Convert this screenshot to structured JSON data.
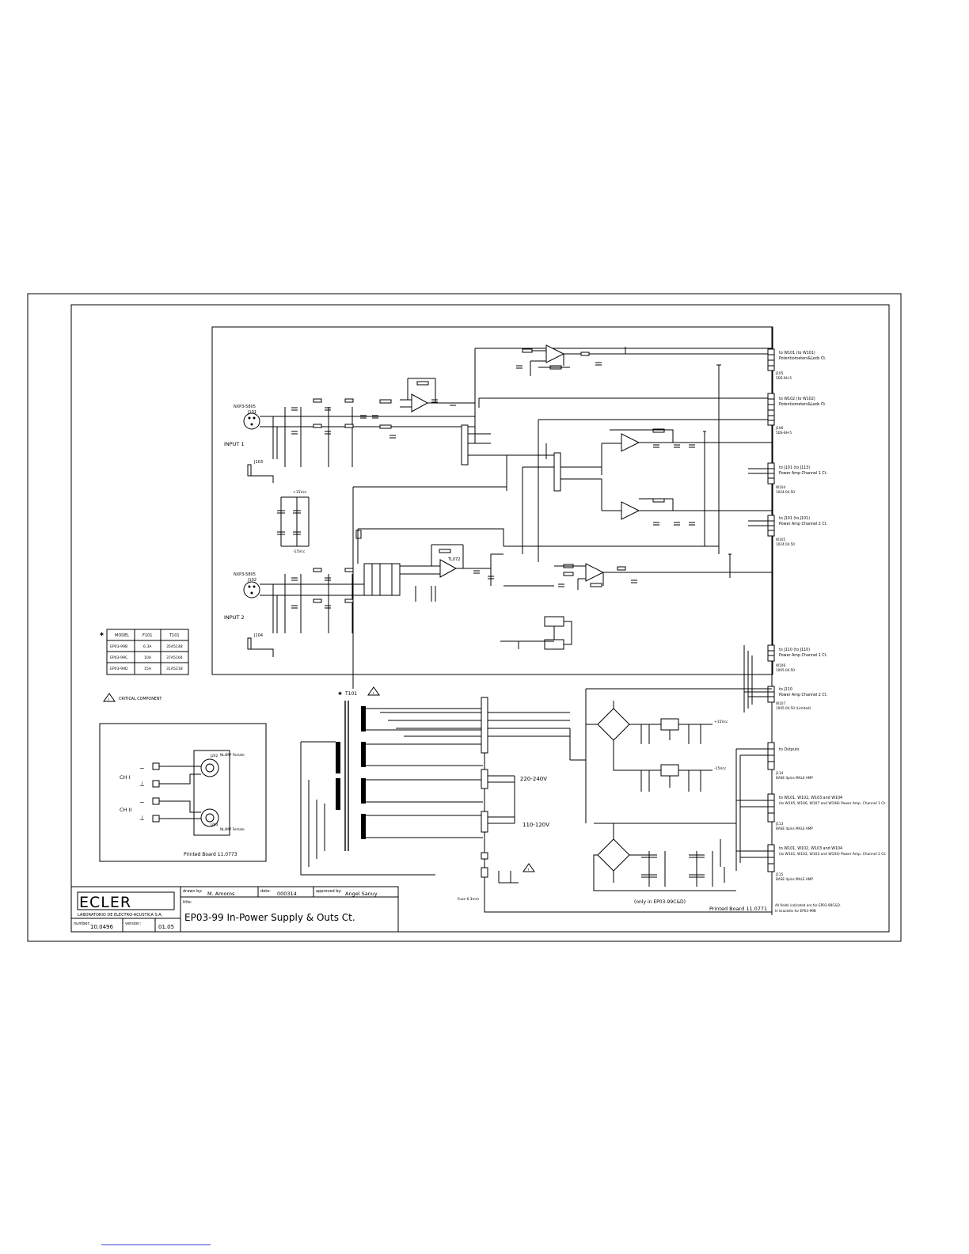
{
  "title_block": {
    "company": "ECLER",
    "company_sub": "LABORATORIO DE ELECTRO-ACUSTICA S.A.",
    "drawn_by_label": "drawn by:",
    "drawn_by": "M. Amoros",
    "date_label": "date:",
    "date": "000314",
    "approved_label": "approved by:",
    "approved_by": "Angel Sanuy",
    "title_label": "title:",
    "title": "EP03-99 In-Power Supply & Outs Ct.",
    "number_label": "number:",
    "number": "10.0496",
    "version_label": "version:",
    "version": "01.05"
  },
  "inputs": {
    "input1": "INPUT 1",
    "input2": "INPUT 2",
    "xlr1": "NXP3-5805",
    "xlr1_ref": "J101",
    "xlr2": "NXP3-5805",
    "xlr2_ref": "J102",
    "jack1": "J103",
    "jack2": "J104"
  },
  "model_table": {
    "headers": [
      "MODEL",
      "F101",
      "T101"
    ],
    "rows": [
      [
        "EP03-99B",
        "6.3A",
        "35A5148"
      ],
      [
        "EP03-99C",
        "10A",
        "37A5164"
      ],
      [
        "EP03-99D",
        "15A",
        "31A5218"
      ]
    ]
  },
  "critical_note": "CRITICAL COMPONENT",
  "inset": {
    "ch1": "CH I",
    "ch2": "CH II",
    "j202": "J202",
    "j203": "J203",
    "jack_label": "NL4MP Female",
    "board": "Printed Board 11.0773"
  },
  "transformer": "T101",
  "voltages": {
    "high": "220-240V",
    "low": "110-120V"
  },
  "connectors": [
    {
      "label": "to W101 (to W101)",
      "sub": "Potentiometers&Leds Ct.",
      "ref": "J105",
      "part": "5DS-8H-5"
    },
    {
      "label": "to W102 (to W102)",
      "sub": "Potentiometers&Leds Ct.",
      "ref": "J106",
      "part": "5DS-8H-5"
    },
    {
      "label": "to J101 (to J113)",
      "sub": "Power Amp Channel 1 Ct.",
      "ref": "W104",
      "part": "1024.04.50"
    },
    {
      "label": "to J101 (to J101)",
      "sub": "Power Amp Channel 2 Ct.",
      "ref": "W105",
      "part": "1024.04.50"
    },
    {
      "label": "to J110 (to J110)",
      "sub": "Power Amp Channel 1 Ct.",
      "ref": "W106",
      "part": "1005.04.50"
    },
    {
      "label": "to J110",
      "sub": "Power Amp Channel 2 Ct.",
      "ref": "W107",
      "part": "1005.04.50 (Limited)"
    },
    {
      "label": "to Outputs",
      "sub": "",
      "ref": "J114",
      "part": "BASE 4pins MALE AMP"
    },
    {
      "label": "to W101, W102, W103 and W104",
      "sub": "(to W105, W106, W107 and W108) Power Amp. Channel 1 Ct.",
      "ref": "J113",
      "part": "BASE 4pins MALE AMP"
    },
    {
      "label": "to W101, W102, W103 and W104",
      "sub": "(to W101, W102, W103 and W104) Power Amp. Channel 2 Ct.",
      "ref": "J115",
      "part": "BASE 4pins MALE AMP"
    }
  ],
  "notes": {
    "board": "Printed Board 11.0771",
    "only_in": "(only in EP03-99C&D)",
    "all_fields": "All fields indicated are for EP03-99C&D.",
    "brackets": "In brackets for EP03-99B"
  },
  "rails": {
    "pos": "+15Vcc",
    "neg": "-15Vcc",
    "pos2": "+15Vcc",
    "neg2": "-15Vcc"
  },
  "fuse": "Fuse 6.3mm",
  "opamp": "TL072"
}
